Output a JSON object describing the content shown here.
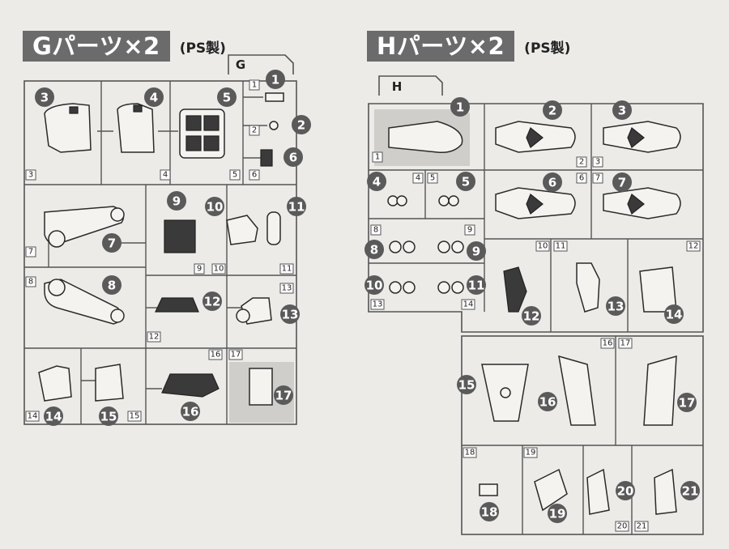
{
  "sections": {
    "g": {
      "title": "Gパーツ×2",
      "material": "(PS製)",
      "runner_letter": "G"
    },
    "h": {
      "title": "Hパーツ×2",
      "material": "(PS製)",
      "runner_letter": "H"
    }
  },
  "g_parts": [
    "1",
    "2",
    "3",
    "4",
    "5",
    "6",
    "7",
    "8",
    "9",
    "10",
    "11",
    "12",
    "13",
    "14",
    "15",
    "16",
    "17"
  ],
  "h_parts": [
    "1",
    "2",
    "3",
    "4",
    "5",
    "6",
    "7",
    "8",
    "9",
    "10",
    "11",
    "12",
    "13",
    "14",
    "15",
    "16",
    "17",
    "18",
    "19",
    "20",
    "21"
  ]
}
